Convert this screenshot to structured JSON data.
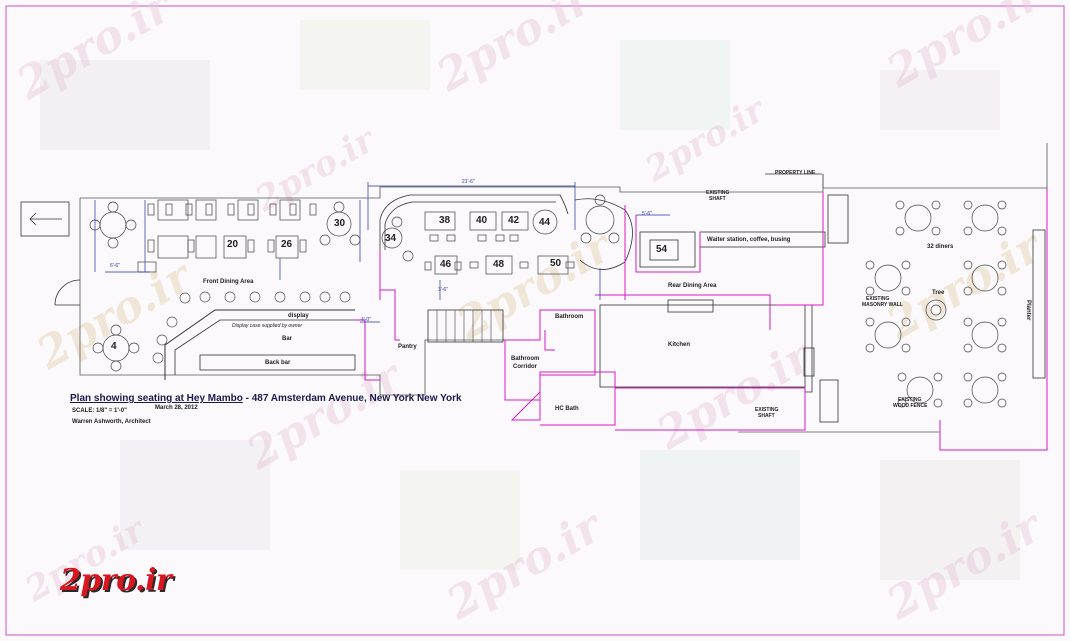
{
  "watermark": "2pro.ir",
  "logo": "2pro.ir",
  "title": {
    "text": "Plan showing seating at Hey Mambo",
    "address": "- 487 Amsterdam Avenue, New York New York",
    "scale": "SCALE: 1/8\" = 1'-0\"",
    "date": "March 28, 2012",
    "architect": "Warren Ashworth, Architect"
  },
  "tables": [
    "4",
    "20",
    "26",
    "30",
    "34",
    "38",
    "40",
    "42",
    "44",
    "46",
    "48",
    "50",
    "54"
  ],
  "rooms": {
    "front_dining": "Front Dining Area",
    "rear_dining": "Rear Dining Area",
    "pantry": "Pantry",
    "bathroom": "Bathroom",
    "bathroom_corridor_1": "Bathroom",
    "bathroom_corridor_2": "Corridor",
    "hc_bath": "HC Bath",
    "kitchen": "Kitchen",
    "bar": "Bar",
    "back_bar": "Back bar",
    "display": "display",
    "display_note": "Display case supplied by owner",
    "waiter_station": "Waiter station, coffee, busing",
    "diners": "32 diners",
    "tree": "Tree",
    "planter": "Planter",
    "property_line": "PROPERTY LINE",
    "existing_shaft_1": "EXISTING",
    "existing_shaft_2": "SHAFT",
    "exist_shaft_b1": "EXISTING",
    "exist_shaft_b2": "SHAFT",
    "existing_wall_1": "EXISTING",
    "existing_wall_2": "MASONRY WALL",
    "existing_fence_1": "EXISTING",
    "existing_fence_2": "WOOD FENCE"
  },
  "dimensions": {
    "d1": "21'-6\"",
    "d2": "6'-6\"",
    "d3": "3'-6\"",
    "d4": "5'-6\"",
    "d5": "4'-0\""
  }
}
